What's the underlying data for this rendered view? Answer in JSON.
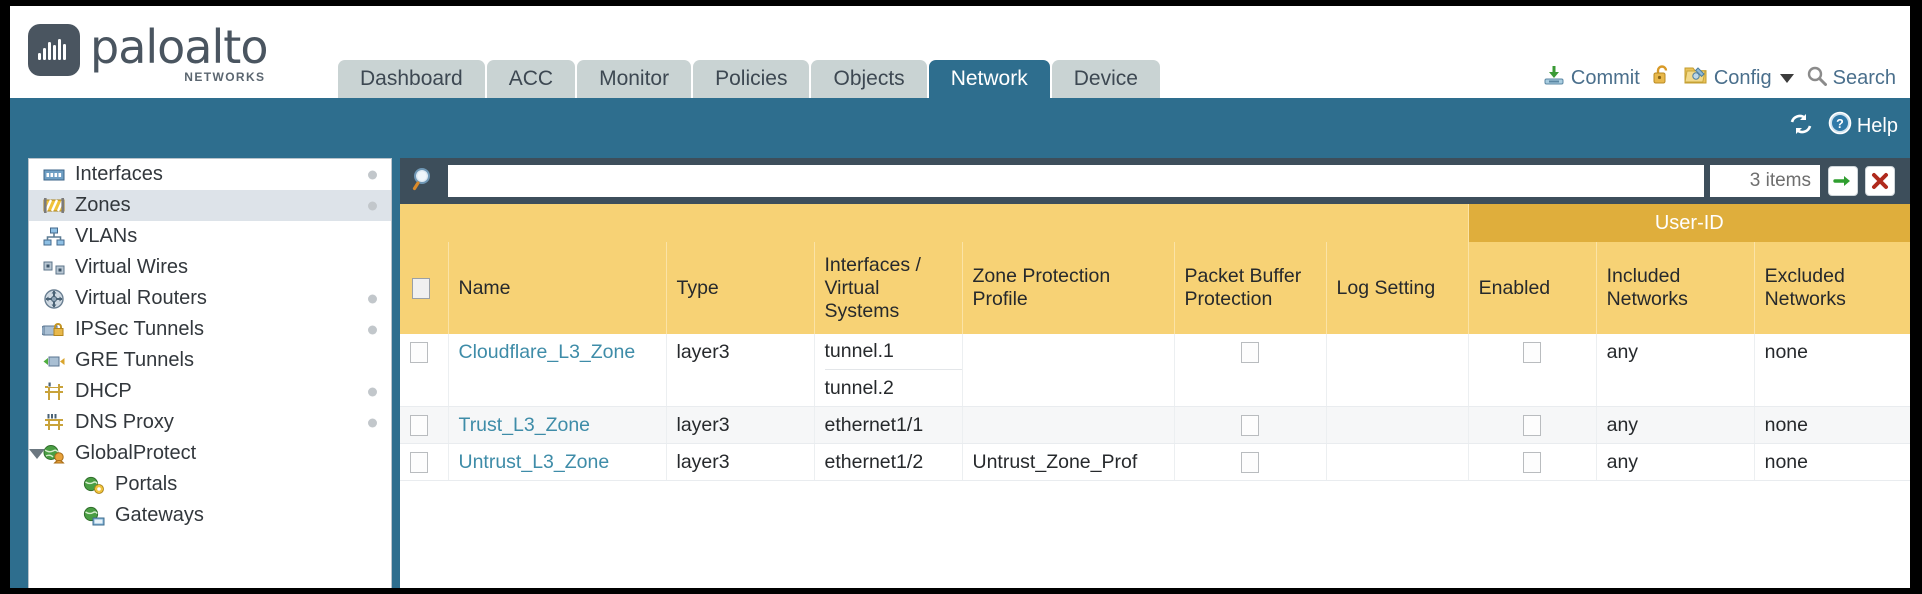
{
  "brand": {
    "word": "paloalto",
    "sub": "NETWORKS",
    "logo_icon": "waveform-logo-icon",
    "logo_bg": "#4a5560"
  },
  "nav": {
    "tabs": [
      {
        "label": "Dashboard",
        "active": false
      },
      {
        "label": "ACC",
        "active": false
      },
      {
        "label": "Monitor",
        "active": false
      },
      {
        "label": "Policies",
        "active": false
      },
      {
        "label": "Objects",
        "active": false
      },
      {
        "label": "Network",
        "active": true
      },
      {
        "label": "Device",
        "active": false
      }
    ],
    "active_color": "#2e6e8e",
    "inactive_color": "#c9d3d3"
  },
  "header_actions": {
    "commit": {
      "label": "Commit",
      "icon": "commit-download-icon"
    },
    "lock": {
      "label": "",
      "icon": "unlock-padlock-icon"
    },
    "config": {
      "label": "Config",
      "icon": "config-wrench-icon",
      "caret": "chevron-down-icon"
    },
    "search": {
      "label": "Search",
      "icon": "search-magnifier-icon"
    }
  },
  "banner": {
    "refresh_icon": "refresh-icon",
    "help_label": "Help",
    "help_icon": "help-question-icon",
    "bg": "#2e6e8e"
  },
  "sidebar": {
    "items": [
      {
        "label": "Interfaces",
        "icon": "interfaces-icon",
        "dot": true,
        "selected": false,
        "child": false,
        "expander": false
      },
      {
        "label": "Zones",
        "icon": "zones-icon",
        "dot": true,
        "selected": true,
        "child": false,
        "expander": false
      },
      {
        "label": "VLANs",
        "icon": "vlans-icon",
        "dot": false,
        "selected": false,
        "child": false,
        "expander": false
      },
      {
        "label": "Virtual Wires",
        "icon": "virtual-wires-icon",
        "dot": false,
        "selected": false,
        "child": false,
        "expander": false
      },
      {
        "label": "Virtual Routers",
        "icon": "virtual-routers-icon",
        "dot": true,
        "selected": false,
        "child": false,
        "expander": false
      },
      {
        "label": "IPSec Tunnels",
        "icon": "ipsec-tunnels-icon",
        "dot": true,
        "selected": false,
        "child": false,
        "expander": false
      },
      {
        "label": "GRE Tunnels",
        "icon": "gre-tunnels-icon",
        "dot": false,
        "selected": false,
        "child": false,
        "expander": false
      },
      {
        "label": "DHCP",
        "icon": "dhcp-icon",
        "dot": true,
        "selected": false,
        "child": false,
        "expander": false
      },
      {
        "label": "DNS Proxy",
        "icon": "dns-proxy-icon",
        "dot": true,
        "selected": false,
        "child": false,
        "expander": false
      },
      {
        "label": "GlobalProtect",
        "icon": "globalprotect-icon",
        "dot": false,
        "selected": false,
        "child": false,
        "expander": true
      },
      {
        "label": "Portals",
        "icon": "portals-icon",
        "dot": false,
        "selected": false,
        "child": true,
        "expander": false
      },
      {
        "label": "Gateways",
        "icon": "gateways-icon",
        "dot": false,
        "selected": false,
        "child": true,
        "expander": false
      }
    ],
    "selected_bg": "#dde3e9"
  },
  "search": {
    "icon": "search-filter-icon",
    "value": "",
    "placeholder": "",
    "items_count": "3 items",
    "apply_icon": "green-arrow-apply-icon",
    "clear_icon": "red-x-clear-icon"
  },
  "table": {
    "group_header": {
      "label": "User-ID",
      "bg": "#dfae3c",
      "span": 3
    },
    "header_bg": "#f7d275",
    "columns": [
      {
        "key": "check",
        "label": ""
      },
      {
        "key": "name",
        "label": "Name"
      },
      {
        "key": "type",
        "label": "Type"
      },
      {
        "key": "interfaces",
        "label": "Interfaces / Virtual Systems"
      },
      {
        "key": "zpp",
        "label": "Zone Protection Profile"
      },
      {
        "key": "pbp",
        "label": "Packet Buffer Protection"
      },
      {
        "key": "log",
        "label": "Log Setting"
      },
      {
        "key": "enabled",
        "label": "Enabled"
      },
      {
        "key": "included",
        "label": "Included Networks"
      },
      {
        "key": "excluded",
        "label": "Excluded Networks"
      }
    ],
    "rows": [
      {
        "selected": false,
        "name": "Cloudflare_L3_Zone",
        "type": "layer3",
        "interfaces": [
          "tunnel.1",
          "tunnel.2"
        ],
        "zone_protection_profile": "",
        "packet_buffer_protection": false,
        "log_setting": "",
        "userid_enabled": false,
        "included_networks": "any",
        "excluded_networks": "none"
      },
      {
        "selected": false,
        "name": "Trust_L3_Zone",
        "type": "layer3",
        "interfaces": [
          "ethernet1/1"
        ],
        "zone_protection_profile": "",
        "packet_buffer_protection": false,
        "log_setting": "",
        "userid_enabled": false,
        "included_networks": "any",
        "excluded_networks": "none"
      },
      {
        "selected": false,
        "name": "Untrust_L3_Zone",
        "type": "layer3",
        "interfaces": [
          "ethernet1/2"
        ],
        "zone_protection_profile": "Untrust_Zone_Prof",
        "packet_buffer_protection": false,
        "log_setting": "",
        "userid_enabled": false,
        "included_networks": "any",
        "excluded_networks": "none"
      }
    ]
  }
}
